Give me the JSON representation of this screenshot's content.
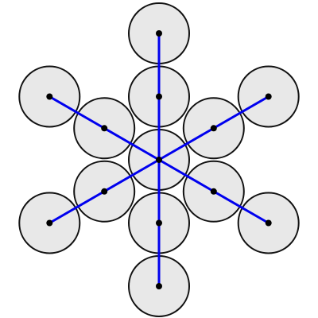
{
  "diagram": {
    "structure": "hexagonal-circle-packing-with-radial-links",
    "disk_count": 13,
    "arms": 6,
    "disks_per_arm": 2,
    "colors": {
      "disk_fill": "#e8e8e8",
      "disk_stroke": "#111111",
      "link": "#0000ee",
      "node": "#000000"
    }
  }
}
